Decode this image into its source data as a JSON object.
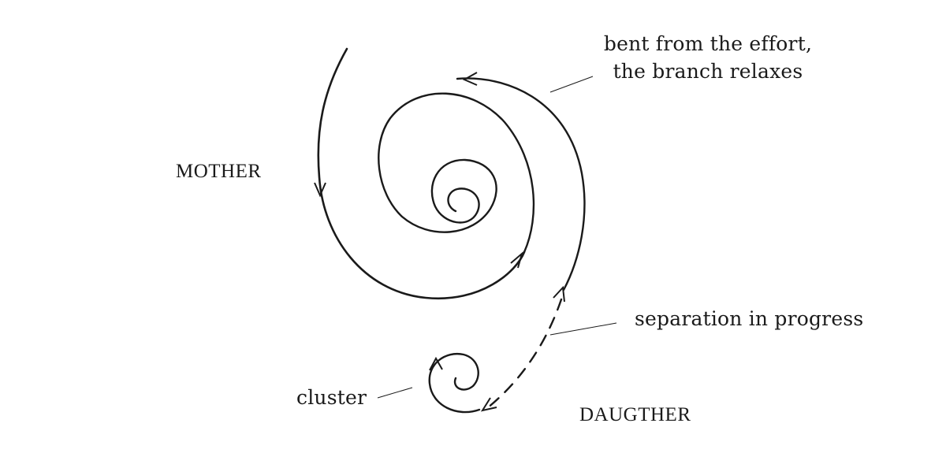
{
  "labels": {
    "mother": "MOTHER",
    "daughter": "DAUGTHER",
    "cluster": "cluster",
    "separation": "separation in progress",
    "bent_line1": "bent from the effort,",
    "bent_line2": "the branch relaxes"
  },
  "colors": {
    "ink": "#1a1a1a",
    "background": "#ffffff"
  }
}
